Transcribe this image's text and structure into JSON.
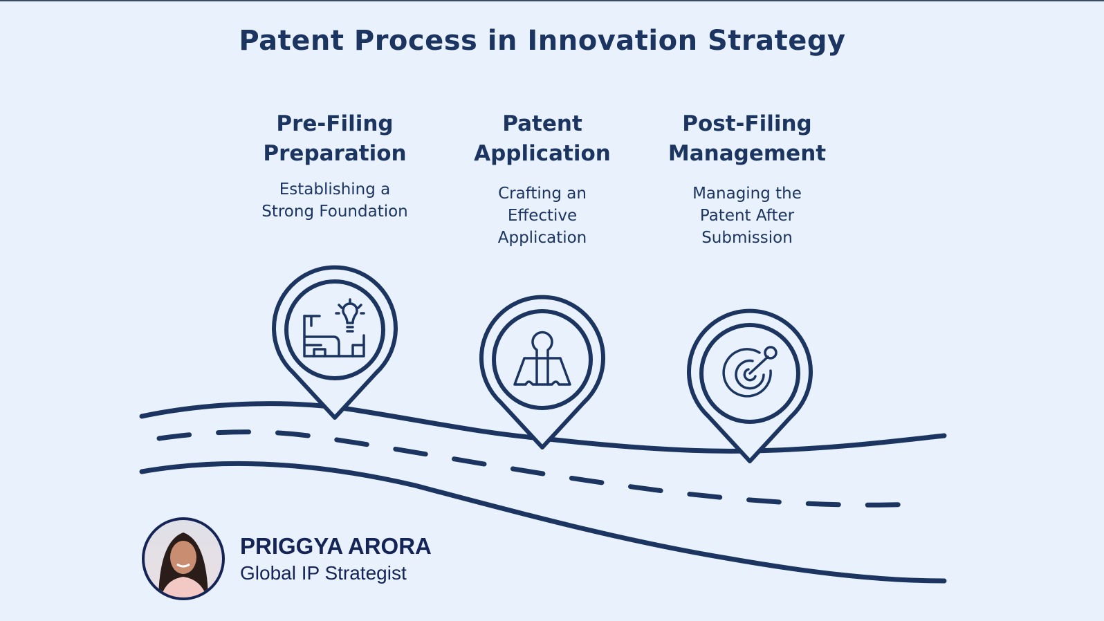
{
  "title": "Patent Process in Innovation Strategy",
  "steps": [
    {
      "title_line1": "Pre-Filing",
      "title_line2": "Preparation",
      "desc_lines": [
        "Establishing a",
        "Strong Foundation"
      ],
      "icon": "blueprint-lightbulb-icon"
    },
    {
      "title_line1": "Patent",
      "title_line2": "Application",
      "desc_lines": [
        "Crafting an",
        "Effective",
        "Application"
      ],
      "icon": "binder-clip-icon"
    },
    {
      "title_line1": "Post-Filing",
      "title_line2": "Management",
      "desc_lines": [
        "Managing the",
        "Patent After",
        "Submission"
      ],
      "icon": "target-icon"
    }
  ],
  "author": {
    "name": "PRIGGYA ARORA",
    "role": "Global IP Strategist"
  },
  "colors": {
    "background": "#e8f1fc",
    "ink": "#1c3560"
  }
}
